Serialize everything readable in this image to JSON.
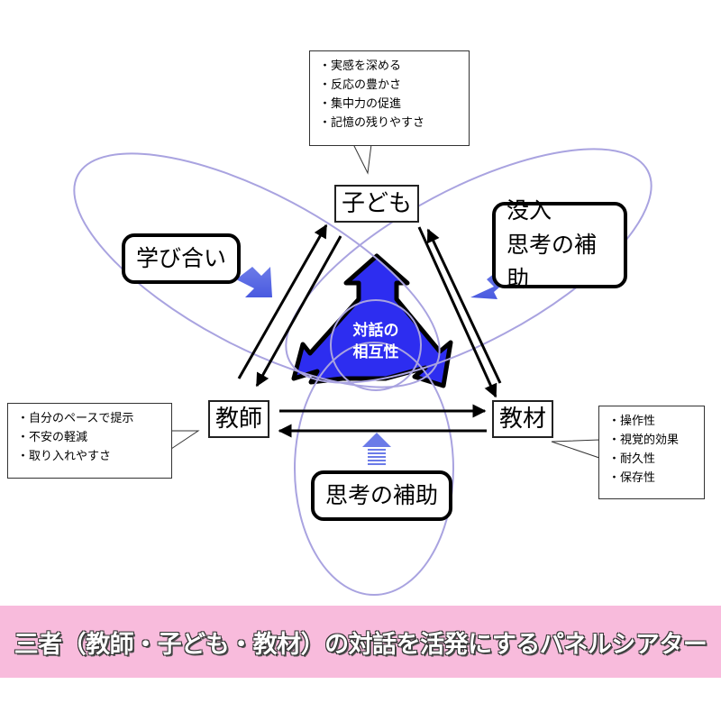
{
  "nodes": {
    "child": "子ども",
    "teacher": "教師",
    "material": "教材"
  },
  "center": {
    "line1": "対話の",
    "line2": "相互性"
  },
  "labels": {
    "manabi": "学び合い",
    "botsunyu_line1": "没入",
    "botsunyu_line2": "思考の補助",
    "shiko": "思考の補助"
  },
  "callouts": {
    "child": [
      "実感を深める",
      "反応の豊かさ",
      "集中力の促進",
      "記憶の残りやすさ"
    ],
    "teacher": [
      "自分のペースで提示",
      "不安の軽減",
      "取り入れやすさ"
    ],
    "material": [
      "操作性",
      "視覚的効果",
      "耐久性",
      "保存性"
    ]
  },
  "banner": "三者（教師・子ども・教材）の対話を活発にするパネルシアター",
  "colors": {
    "ellipse": "#a9a3e0",
    "center": "#2d2df0",
    "block_arrow": "#6b7be8",
    "banner": "#f8bbdc"
  }
}
